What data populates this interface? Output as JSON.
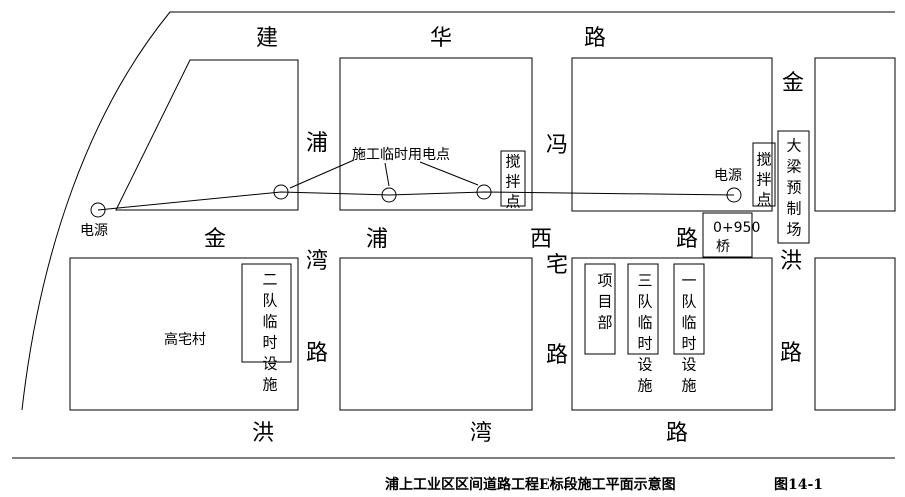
{
  "roads": {
    "jianhua": [
      "建",
      "华",
      "路"
    ],
    "jinpu": [
      "金",
      "浦"
    ],
    "xizhai": [
      "西",
      "宅"
    ],
    "pu": "浦",
    "feng": "冯",
    "lu_mid": "路",
    "pu_wan": [
      "浦",
      "湾",
      "路"
    ],
    "xizhai_lu": [
      "宅",
      "路"
    ],
    "jinhong": [
      "金",
      "洪",
      "路"
    ],
    "hongwan": [
      "洪",
      "湾",
      "路"
    ]
  },
  "labels": {
    "power_point": "施工临时用电点",
    "power_source_left": "电源",
    "power_source_right": "电源",
    "mixing_left": "搅拌点",
    "mixing_right": "搅拌点",
    "beam_yard": "大梁预制场",
    "bridge_km": "0+950",
    "bridge": "桥",
    "village": "高宅村",
    "team2": "二队临时设施",
    "project_dept": "项目部",
    "team3": "三队临时设施",
    "team1": "一队临时设施"
  },
  "caption": {
    "title": "浦上工业区区间道路工程E标段施工平面示意图",
    "figure": "图14-1"
  }
}
